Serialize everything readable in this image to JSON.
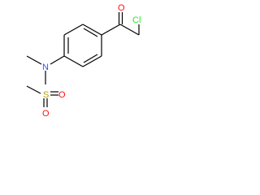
{
  "structure": {
    "atoms": {
      "oxygen_carbonyl": "O",
      "chlorine": "Cl",
      "nitrogen": "N",
      "sulfur": "S",
      "oxygen_sulfonyl_1": "O",
      "oxygen_sulfonyl_2": "O"
    },
    "colors": {
      "bond": "#000000",
      "oxygen": "#ff0d0d",
      "chlorine": "#1ff01f",
      "nitrogen": "#3050f8",
      "sulfur": "#b2a000"
    }
  }
}
